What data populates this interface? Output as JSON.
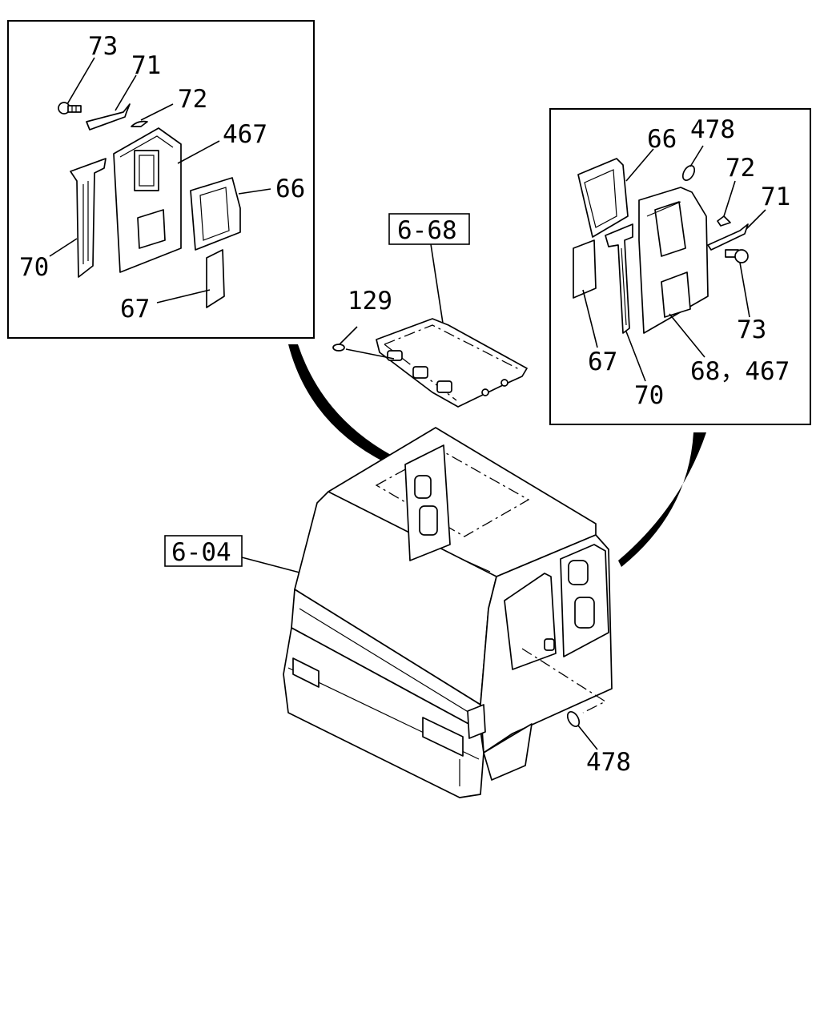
{
  "callouts": {
    "left_73": "73",
    "left_71": "71",
    "left_72": "72",
    "left_467": "467",
    "left_66": "66",
    "left_70": "70",
    "left_67": "67",
    "ref_6_68": "6-68",
    "roof_129": "129",
    "right_66": "66",
    "right_478": "478",
    "right_72": "72",
    "right_71": "71",
    "right_73": "73",
    "right_67": "67",
    "right_70": "70",
    "right_68_467": "68，467",
    "ref_6_04": "6-04",
    "body_478": "478"
  }
}
